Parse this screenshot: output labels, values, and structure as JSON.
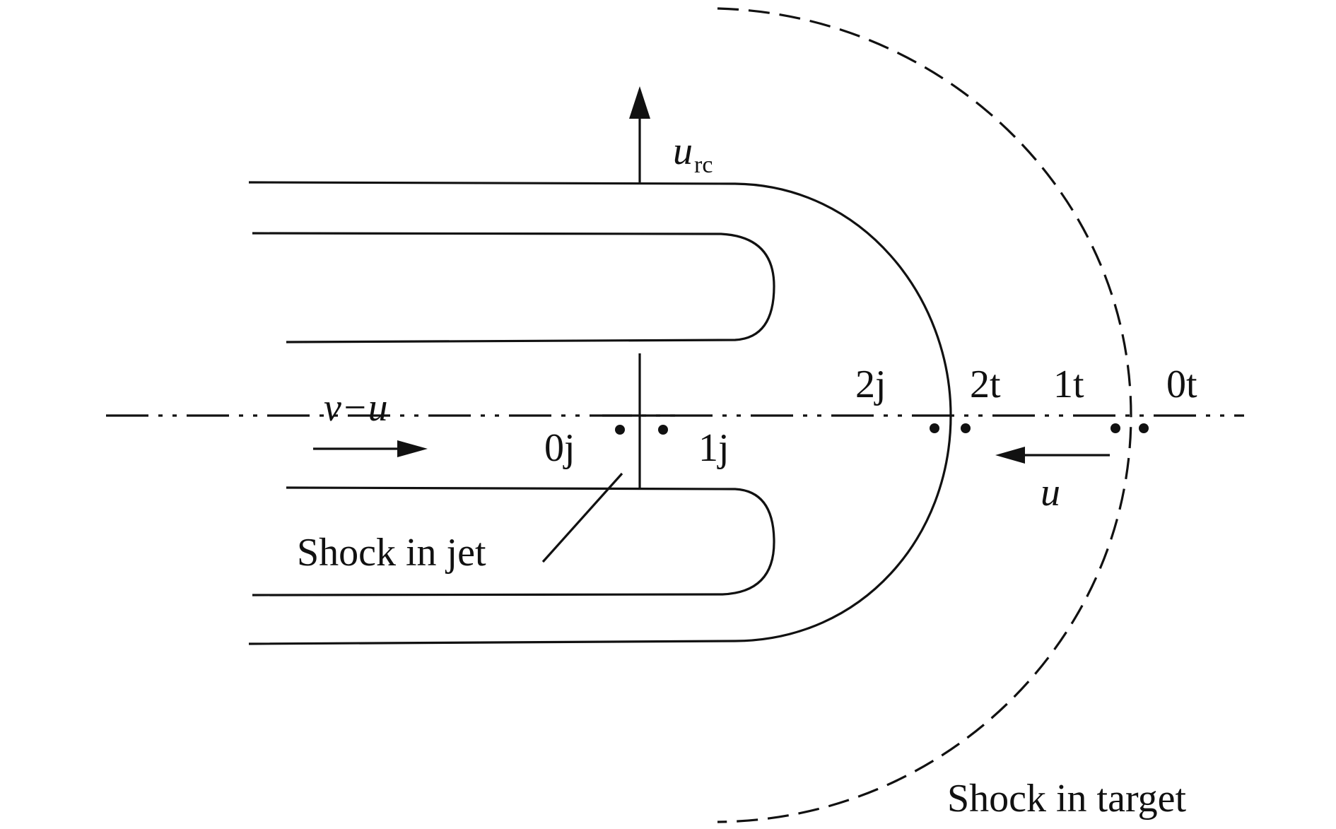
{
  "labels": {
    "u_rc": "u",
    "u_rc_sub": "rc",
    "v_minus_u": "v−u",
    "point_0j": "0j",
    "point_1j": "1j",
    "point_2j": "2j",
    "point_2t": "2t",
    "point_1t": "1t",
    "point_0t": "0t",
    "u": "u",
    "shock_in_jet": "Shock in jet",
    "shock_in_target": "Shock in target"
  }
}
